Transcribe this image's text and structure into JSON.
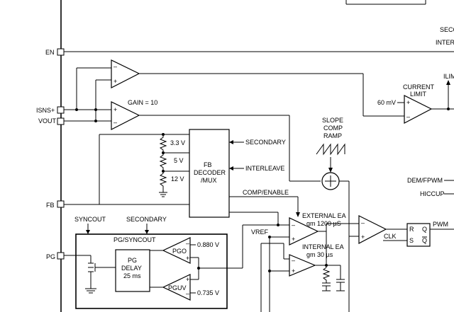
{
  "pins": {
    "en": "EN",
    "isns": "ISNS+",
    "vout": "VOUT",
    "fb": "FB",
    "pg": "PG"
  },
  "gain_label": "GAIN = 10",
  "current_limit": {
    "line1": "CURRENT",
    "line2": "LIMIT",
    "threshold": "60 mV"
  },
  "ilim_label": "ILIM",
  "top_right": {
    "sec": "SECO",
    "inter": "INTERL"
  },
  "fb_decoder": {
    "line1": "FB",
    "line2": "DECODER",
    "line3": "/MUX"
  },
  "fb_inputs": {
    "secondary": "SECONDARY",
    "interleave": "INTERLEAVE"
  },
  "voltages": [
    "3.3 V",
    "5 V",
    "12 V"
  ],
  "comp_enable": "COMP/ENABLE",
  "slope": {
    "line1": "SLOPE",
    "line2": "COMP",
    "line3": "RAMP"
  },
  "external_ea": {
    "line1": "EXTERNAL EA",
    "line2": "gm 1200 µS"
  },
  "internal_ea": {
    "line1": "INTERNAL EA",
    "line2": "gm 30 µs"
  },
  "vref": "VREF",
  "clk": "CLK",
  "pwm": "PWM",
  "dem": "DEM/FPWM",
  "hiccup": "HICCUP",
  "latch": {
    "r": "R",
    "s": "S",
    "q": "Q",
    "qbar": "Q"
  },
  "pg_block": {
    "syncout": "SYNCOUT",
    "secondary": "SECONDARY",
    "title": "PG/SYNCOUT",
    "delay1": "PG",
    "delay2": "DELAY",
    "delay3": "25 ms",
    "pgo": "PGO",
    "pguv": "PGUV",
    "pgo_v": "0.880 V",
    "pguv_v": "0.735 V"
  },
  "comparator_signs": {
    "plus": "+",
    "minus": "–"
  }
}
